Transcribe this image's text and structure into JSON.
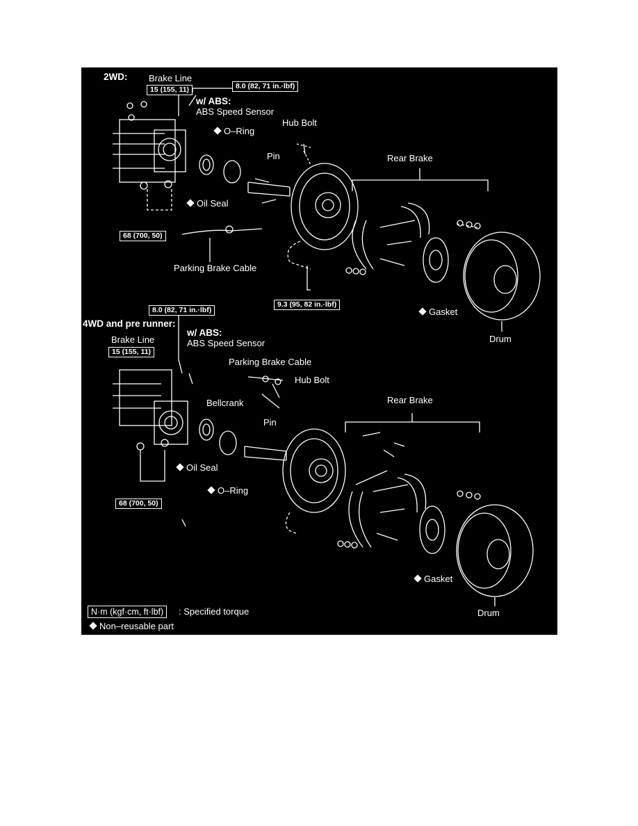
{
  "sections": {
    "two_wd": "2WD:",
    "four_wd": "4WD and pre runner:"
  },
  "labels": {
    "brake_line": "Brake Line",
    "w_abs": "w/ ABS:",
    "abs_speed_sensor": "ABS Speed Sensor",
    "o_ring": "O–Ring",
    "hub_bolt": "Hub Bolt",
    "pin": "Pin",
    "rear_brake": "Rear Brake",
    "oil_seal": "Oil Seal",
    "parking_brake_cable": "Parking Brake Cable",
    "gasket": "Gasket",
    "drum": "Drum",
    "bellcrank": "Bellcrank"
  },
  "torques": {
    "brake_line": "15 (155, 11)",
    "abs_sensor": "8.0 (82, 71 in.·lbf)",
    "axle_nut": "68 (700, 50)",
    "backing_plate": "9.3 (95, 82 in.·lbf)"
  },
  "legend": {
    "unit_box": "N·m (kgf·cm, ft·lbf)",
    "unit_desc": ": Specified torque",
    "non_reusable": "Non–reusable part"
  },
  "colors": {
    "background": "#000000",
    "ink": "#ffffff"
  }
}
